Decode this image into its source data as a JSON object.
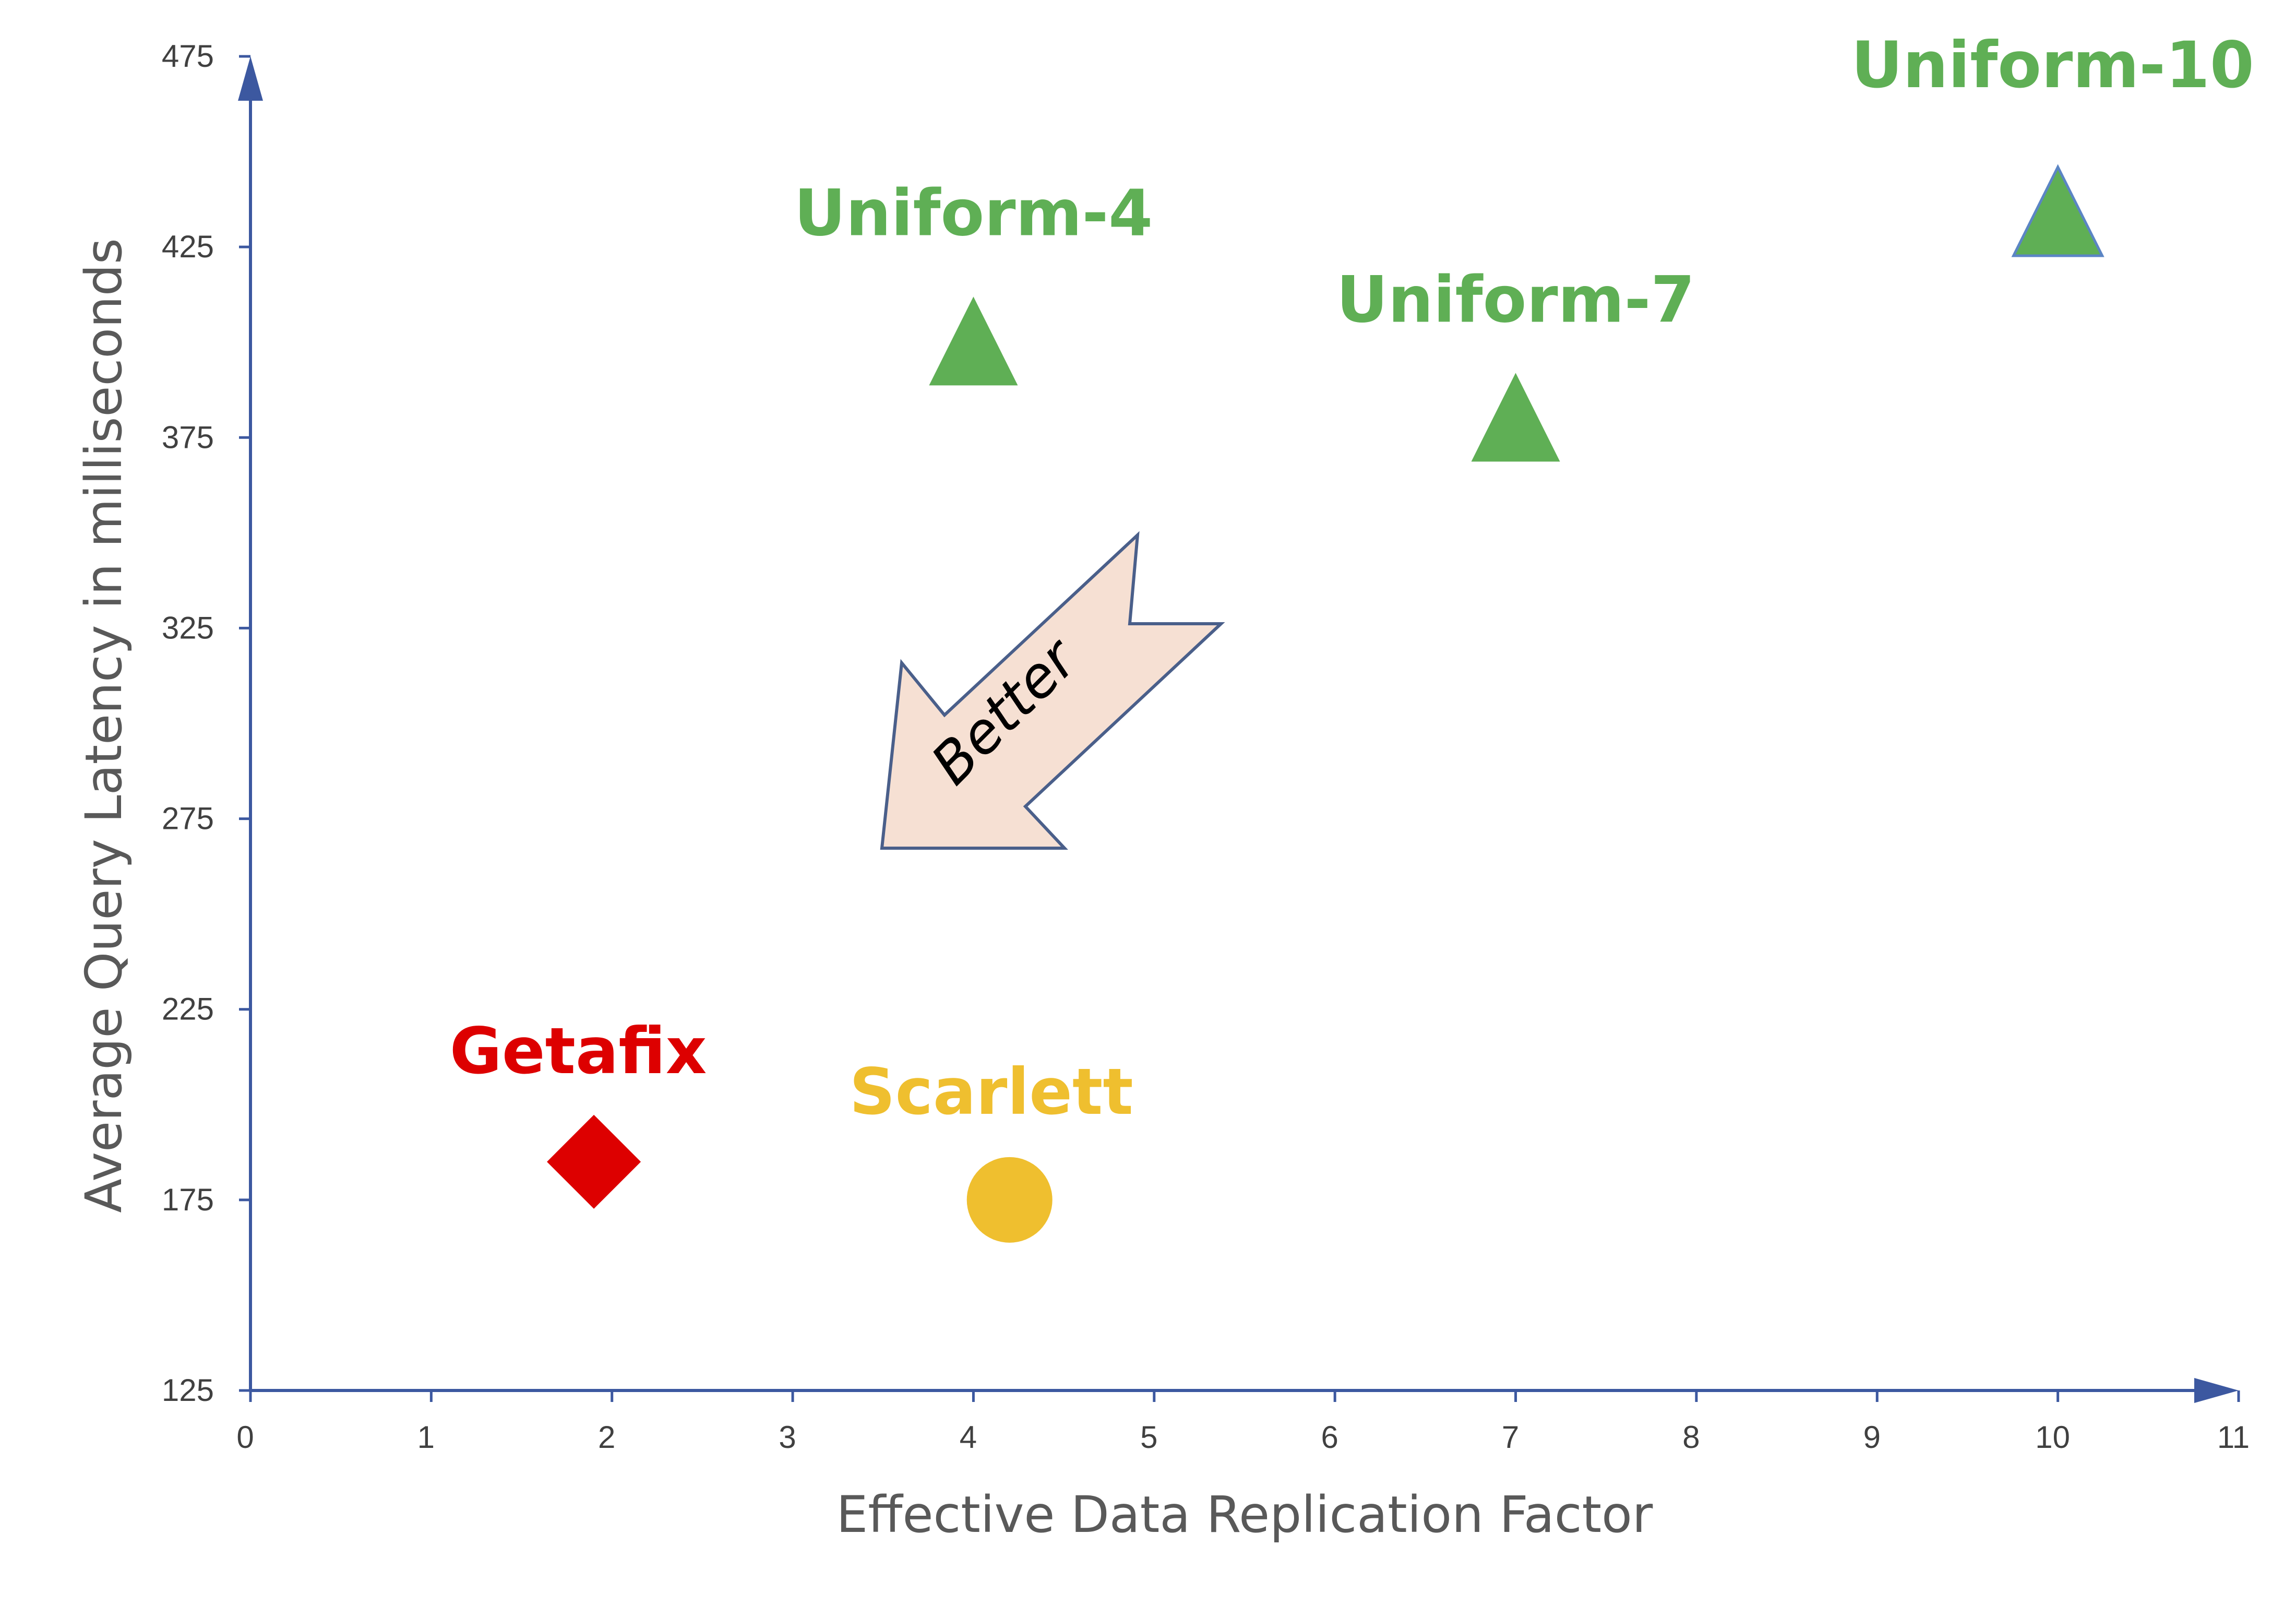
{
  "chart_data": {
    "type": "scatter",
    "title": "",
    "xlabel": "Effective Data Replication Factor",
    "ylabel": "Average Query Latency in milliseconds",
    "xlim": [
      0,
      11
    ],
    "ylim": [
      125,
      475
    ],
    "xticks": [
      0,
      1,
      2,
      3,
      4,
      5,
      6,
      7,
      8,
      9,
      10,
      11
    ],
    "yticks": [
      125,
      175,
      225,
      275,
      325,
      375,
      425,
      475
    ],
    "grid": false,
    "legend": "none",
    "points": [
      {
        "label": "Getafix",
        "x": 1.9,
        "y": 185,
        "marker": "diamond",
        "color": "#dd0000"
      },
      {
        "label": "Scarlett",
        "x": 4.2,
        "y": 175,
        "marker": "circle",
        "color": "#efbf2f"
      },
      {
        "label": "Uniform-4",
        "x": 4,
        "y": 398,
        "marker": "triangle",
        "color": "#5faf55"
      },
      {
        "label": "Uniform-7",
        "x": 7,
        "y": 378,
        "marker": "triangle",
        "color": "#5faf55"
      },
      {
        "label": "Uniform-10",
        "x": 10,
        "y": 432,
        "marker": "triangle",
        "color": "#5faf55"
      }
    ],
    "annotations": [
      {
        "text": "Better",
        "shape": "arrow",
        "direction": "down-left",
        "fill": "#f6e0d3",
        "stroke": "#4a5f8a"
      }
    ],
    "colors": {
      "axis": "#3c58a0",
      "tick_text": "#404040",
      "axis_title": "#595959"
    }
  }
}
